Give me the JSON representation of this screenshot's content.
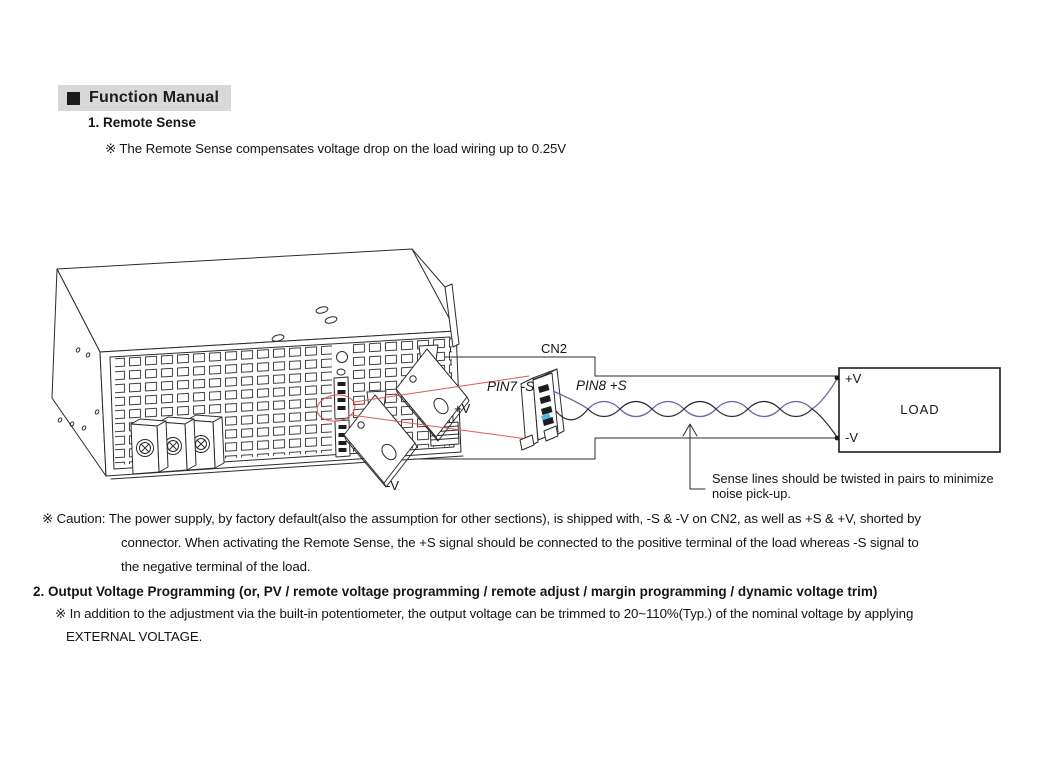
{
  "header": {
    "title": "Function Manual"
  },
  "section1": {
    "heading": "1. Remote Sense",
    "note": "※ The Remote Sense compensates voltage drop on the load wiring up to 0.25V"
  },
  "diagram": {
    "cn2_label": "CN2",
    "pin7_label": "PIN7 -S",
    "pin8_label": "PIN8 +S",
    "psu_pos": "+V",
    "psu_neg": "-V",
    "load_title": "LOAD",
    "load_pos": "+V",
    "load_neg": "-V",
    "sense_note1": "Sense lines should be twisted in pairs to minimize",
    "sense_note2": "noise pick-up.",
    "colors": {
      "accent_red": "#e0392e",
      "leader_red": "#e2574d",
      "purple": "#7b61ab",
      "cyan": "#49b9dd",
      "header_bg": "#d8d8d8",
      "ink": "#2b2b2b"
    }
  },
  "caution": {
    "line1": "※ Caution: The power supply, by factory default(also the assumption for other sections), is shipped with, -S & -V on CN2, as well as +S & +V, shorted by",
    "line2": "connector. When activating the Remote Sense, the +S signal should be connected to the positive terminal of the load whereas -S signal to",
    "line3": "the negative terminal of the load."
  },
  "section2": {
    "heading": "2. Output Voltage Programming (or, PV / remote voltage programming / remote adjust / margin programming / dynamic voltage trim)",
    "note1": "※ In addition to the adjustment via the built-in potentiometer, the output voltage can be trimmed to 20~110%(Typ.) of the nominal voltage by applying",
    "note2": "EXTERNAL VOLTAGE."
  }
}
